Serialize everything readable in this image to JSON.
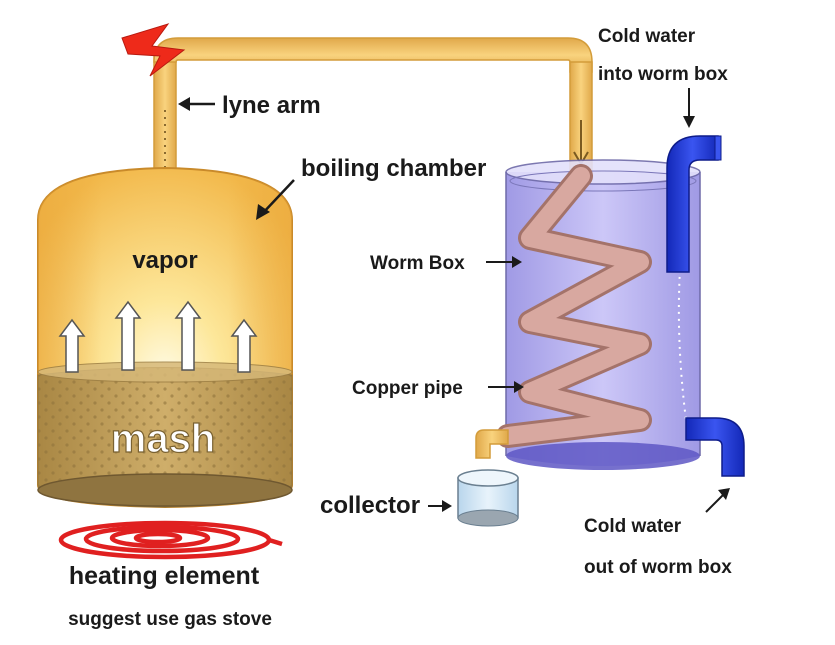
{
  "labels": {
    "lyne_arm": "lyne arm",
    "boiling_chamber": "boiling chamber",
    "vapor": "vapor",
    "mash": "mash",
    "heating_element": "heating element",
    "gas_stove_note": "suggest use gas stove",
    "worm_box": "Worm Box",
    "copper_pipe": "Copper pipe",
    "collector": "collector",
    "cold_in_line1": "Cold water",
    "cold_in_line2": "into worm box",
    "cold_out_line1": "Cold water",
    "cold_out_line2": "out of worm box"
  },
  "colors": {
    "pipe_fill": "#f6c868",
    "pipe_edge": "#d39c3a",
    "chamber_top": "#fff0a8",
    "chamber_mid": "#f9c45a",
    "mash_fill": "#c8a764",
    "mash_dark": "#a7874d",
    "tank_fill": "#b7b1f0",
    "tank_edge": "#6e6aa8",
    "coil_fill": "#d8a8a0",
    "coil_edge": "#a4736a",
    "water_pipe": "#1f37d6",
    "coil_ring": "#e02020",
    "spark": "#ee2a1a"
  },
  "icons": [
    "spark-icon",
    "heating-coil-icon",
    "vapor-arrow-icon",
    "label-arrow-icon"
  ]
}
